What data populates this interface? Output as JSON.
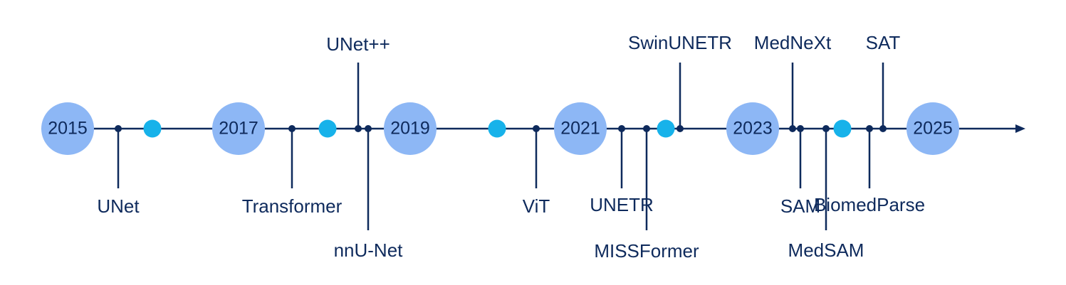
{
  "colors": {
    "line": "#0e2a5c",
    "year_circle": "#8db7f5",
    "mid_dot": "#17b2ea",
    "text": "#0e2a5c"
  },
  "years": [
    "2015",
    "2017",
    "2019",
    "2021",
    "2023",
    "2025"
  ],
  "events": [
    {
      "label": "UNet",
      "side": "below",
      "level": "near"
    },
    {
      "label": "Transformer",
      "side": "below",
      "level": "near"
    },
    {
      "label": "UNet++",
      "side": "above",
      "level": "far"
    },
    {
      "label": "nnU-Net",
      "side": "below",
      "level": "far"
    },
    {
      "label": "ViT",
      "side": "below",
      "level": "near"
    },
    {
      "label": "UNETR",
      "side": "below",
      "level": "near"
    },
    {
      "label": "MISSFormer",
      "side": "below",
      "level": "far"
    },
    {
      "label": "SwinUNETR",
      "side": "above",
      "level": "far"
    },
    {
      "label": "MedNeXt",
      "side": "above",
      "level": "far"
    },
    {
      "label": "SAM",
      "side": "below",
      "level": "near"
    },
    {
      "label": "MedSAM",
      "side": "below",
      "level": "far"
    },
    {
      "label": "BiomedParse",
      "side": "below",
      "level": "near"
    },
    {
      "label": "SAT",
      "side": "above",
      "level": "far"
    }
  ]
}
